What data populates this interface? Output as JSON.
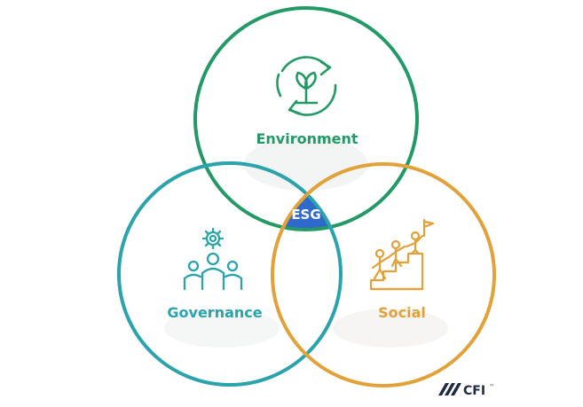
{
  "diagram": {
    "sets": [
      {
        "key": "environment",
        "label": "Environment",
        "color": "#239a66"
      },
      {
        "key": "governance",
        "label": "Governance",
        "color": "#2ba3ad"
      },
      {
        "key": "social",
        "label": "Social",
        "color": "#e3a13a"
      }
    ],
    "center_label": "ESG",
    "center_color": "#2f69c9"
  },
  "logo": {
    "text": "CFI",
    "tm": "™",
    "color": "#1f2a44"
  }
}
